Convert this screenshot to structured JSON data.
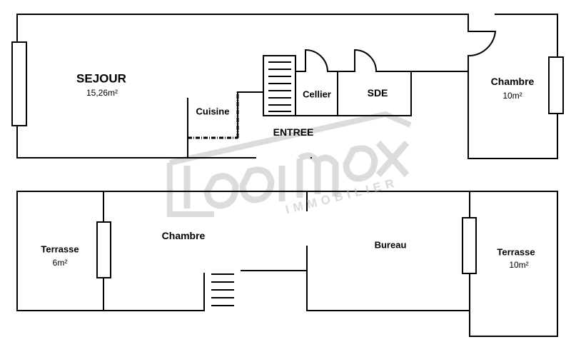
{
  "upper_floor": {
    "sejour": {
      "name": "SEJOUR",
      "area": "15,26m²"
    },
    "chambre": {
      "name": "Chambre",
      "area": "10m²"
    },
    "cuisine": {
      "name": "Cuisine"
    },
    "cellier": {
      "name": "Cellier"
    },
    "sde": {
      "name": "SDE"
    },
    "entree": {
      "name": "ENTREE"
    }
  },
  "lower_floor": {
    "terrasse_left": {
      "name": "Terrasse",
      "area": "6m²"
    },
    "chambre": {
      "name": "Chambre"
    },
    "bureau": {
      "name": "Bureau"
    },
    "terrasse_right": {
      "name": "Terrasse",
      "area": "10m²"
    }
  },
  "watermark": {
    "brand": "logimax",
    "tagline": "IMMOBILIER"
  },
  "colors": {
    "walls": "#000000",
    "background": "#ffffff",
    "watermark": "#bdbdbd"
  }
}
